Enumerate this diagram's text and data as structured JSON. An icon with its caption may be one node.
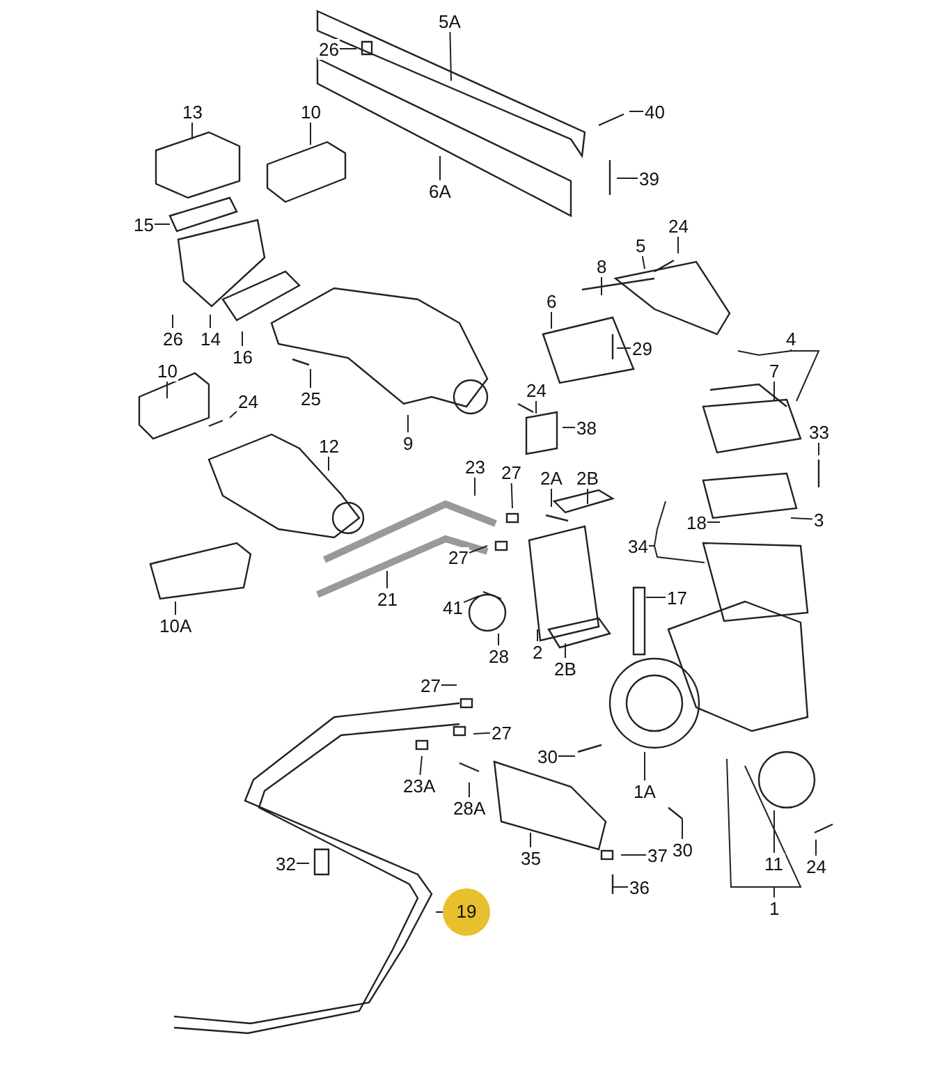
{
  "diagram": {
    "nodes": [
      {
        "text": [
          "5A"
        ]
      },
      {
        "text": [
          "26"
        ]
      },
      {
        "text": [
          "40"
        ]
      },
      {
        "text": [
          "39"
        ]
      },
      {
        "text": [
          "13"
        ]
      },
      {
        "text": [
          "10"
        ]
      },
      {
        "text": [
          "6A"
        ]
      },
      {
        "text": [
          "15"
        ]
      },
      {
        "text": [
          "24"
        ]
      },
      {
        "text": [
          "5"
        ]
      },
      {
        "text": [
          "8"
        ]
      },
      {
        "text": [
          "6"
        ]
      },
      {
        "text": [
          "29"
        ]
      },
      {
        "text": [
          "26"
        ]
      },
      {
        "text": [
          "14"
        ]
      },
      {
        "text": [
          "16"
        ]
      },
      {
        "text": [
          "25"
        ]
      },
      {
        "text": [
          "9"
        ]
      },
      {
        "text": [
          "10"
        ]
      },
      {
        "text": [
          "24"
        ]
      },
      {
        "text": [
          "24"
        ]
      },
      {
        "text": [
          "38"
        ]
      },
      {
        "text": [
          "7"
        ]
      },
      {
        "text": [
          "12"
        ]
      },
      {
        "text": [
          "33"
        ]
      },
      {
        "text": [
          "23"
        ]
      },
      {
        "text": [
          "27"
        ]
      },
      {
        "text": [
          "2A"
        ]
      },
      {
        "text": [
          "2B"
        ]
      },
      {
        "text": [
          "18"
        ]
      },
      {
        "text": [
          "3"
        ]
      },
      {
        "text": [
          "27"
        ]
      },
      {
        "text": [
          "41"
        ]
      },
      {
        "text": [
          "21"
        ]
      },
      {
        "text": [
          "17"
        ]
      },
      {
        "text": [
          "10A"
        ]
      },
      {
        "text": [
          "28"
        ]
      },
      {
        "text": [
          "2"
        ]
      },
      {
        "text": [
          "2B"
        ]
      },
      {
        "text": [
          "27"
        ]
      },
      {
        "text": [
          "27"
        ]
      },
      {
        "text": [
          "30"
        ]
      },
      {
        "text": [
          "23A"
        ]
      },
      {
        "text": [
          "28A"
        ]
      },
      {
        "text": [
          "1A"
        ]
      },
      {
        "text": [
          "30"
        ]
      },
      {
        "text": [
          "35"
        ]
      },
      {
        "text": [
          "37"
        ]
      },
      {
        "text": [
          "36"
        ]
      },
      {
        "text": [
          "11"
        ]
      },
      {
        "text": [
          "24"
        ]
      },
      {
        "text": [
          "32"
        ]
      },
      {
        "text": [
          "19"
        ]
      },
      {
        "text": [
          "4"
        ]
      },
      {
        "text": [
          "34"
        ]
      },
      {
        "text": [
          "1"
        ]
      }
    ],
    "edges": [
      {
        "from": 0,
        "to": null,
        "arrow": "none"
      },
      {
        "from": 1,
        "to": null,
        "arrow": "none"
      },
      {
        "from": 2,
        "to": null,
        "arrow": "none"
      },
      {
        "from": 3,
        "to": null,
        "arrow": "none"
      },
      {
        "from": 4,
        "to": null,
        "arrow": "none"
      },
      {
        "from": 5,
        "to": null,
        "arrow": "none"
      },
      {
        "from": 6,
        "to": null,
        "arrow": "none"
      },
      {
        "from": 7,
        "to": null,
        "arrow": "none"
      },
      {
        "from": 8,
        "to": null,
        "arrow": "none"
      },
      {
        "from": 9,
        "to": null,
        "arrow": "none"
      },
      {
        "from": 10,
        "to": null,
        "arrow": "none"
      },
      {
        "from": 11,
        "to": null,
        "arrow": "none"
      },
      {
        "from": 12,
        "to": null,
        "arrow": "none"
      },
      {
        "from": 13,
        "to": null,
        "arrow": "none"
      },
      {
        "from": 14,
        "to": null,
        "arrow": "none"
      },
      {
        "from": 15,
        "to": null,
        "arrow": "none"
      },
      {
        "from": 16,
        "to": null,
        "arrow": "none"
      },
      {
        "from": 17,
        "to": null,
        "arrow": "none"
      },
      {
        "from": 18,
        "to": null,
        "arrow": "none"
      },
      {
        "from": 19,
        "to": null,
        "arrow": "none"
      },
      {
        "from": 20,
        "to": null,
        "arrow": "none"
      },
      {
        "from": 21,
        "to": null,
        "arrow": "none"
      },
      {
        "from": 22,
        "to": null,
        "arrow": "none"
      },
      {
        "from": 23,
        "to": null,
        "arrow": "none"
      },
      {
        "from": 24,
        "to": null,
        "arrow": "none"
      },
      {
        "from": 25,
        "to": null,
        "arrow": "none"
      },
      {
        "from": 26,
        "to": null,
        "arrow": "none"
      },
      {
        "from": 27,
        "to": null,
        "arrow": "none"
      },
      {
        "from": 28,
        "to": null,
        "arrow": "none"
      },
      {
        "from": 29,
        "to": null,
        "arrow": "none"
      },
      {
        "from": 30,
        "to": null,
        "arrow": "none"
      },
      {
        "from": 31,
        "to": null,
        "arrow": "none"
      },
      {
        "from": 32,
        "to": null,
        "arrow": "none"
      },
      {
        "from": 33,
        "to": null,
        "arrow": "none"
      },
      {
        "from": 34,
        "to": null,
        "arrow": "none"
      },
      {
        "from": 35,
        "to": null,
        "arrow": "none"
      },
      {
        "from": 36,
        "to": null,
        "arrow": "none"
      },
      {
        "from": 37,
        "to": null,
        "arrow": "none"
      },
      {
        "from": 38,
        "to": null,
        "arrow": "none"
      },
      {
        "from": 39,
        "to": null,
        "arrow": "none"
      },
      {
        "from": 40,
        "to": null,
        "arrow": "none"
      },
      {
        "from": 41,
        "to": null,
        "arrow": "none"
      },
      {
        "from": 42,
        "to": null,
        "arrow": "none"
      },
      {
        "from": 43,
        "to": null,
        "arrow": "none"
      },
      {
        "from": 44,
        "to": null,
        "arrow": "none"
      },
      {
        "from": 45,
        "to": null,
        "arrow": "none"
      },
      {
        "from": 46,
        "to": null,
        "arrow": "none"
      },
      {
        "from": 47,
        "to": null,
        "arrow": "none"
      },
      {
        "from": 48,
        "to": null,
        "arrow": "none"
      },
      {
        "from": 49,
        "to": null,
        "arrow": "none"
      },
      {
        "from": 50,
        "to": null,
        "arrow": "none"
      },
      {
        "from": 51,
        "to": null,
        "arrow": "none"
      },
      {
        "from": 52,
        "to": null,
        "arrow": "none"
      },
      {
        "from": 53,
        "to": null,
        "arrow": "none"
      },
      {
        "from": 53,
        "to": null,
        "arrow": "none"
      },
      {
        "from": 54,
        "to": null,
        "arrow": "none"
      },
      {
        "from": 54,
        "to": null,
        "arrow": "none"
      },
      {
        "from": 55,
        "to": null,
        "arrow": "none"
      },
      {
        "from": 55,
        "to": null,
        "arrow": "none"
      }
    ]
  }
}
